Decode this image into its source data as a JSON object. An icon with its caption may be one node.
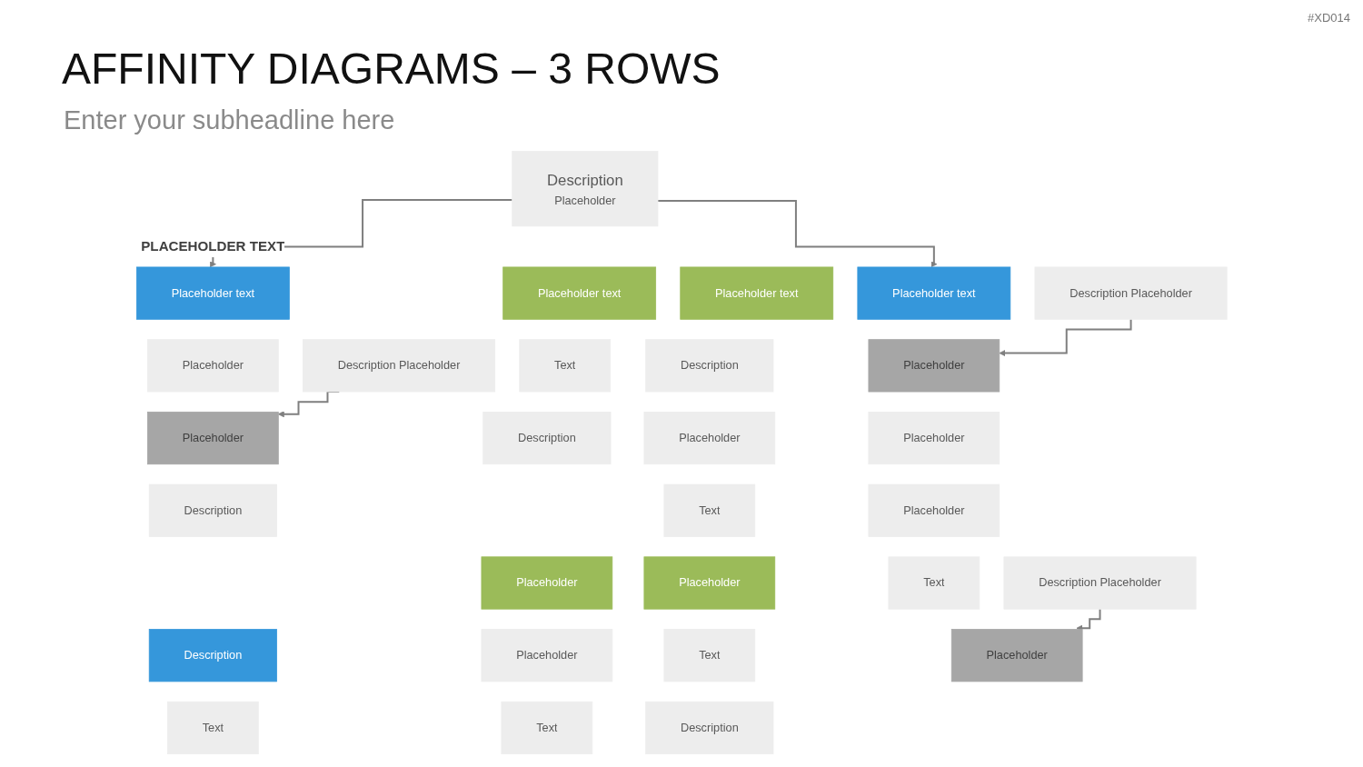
{
  "diagram": {
    "title": "AFFINITY DIAGRAMS – 3 ROWS",
    "caption": "Enter your subheadline here",
    "nodes": [
      {
        "text": [
          "Description",
          "Placeholder"
        ]
      },
      {
        "text": [
          "Placeholder text"
        ]
      },
      {
        "text": [
          "Placeholder text"
        ]
      },
      {
        "text": [
          "Placeholder text"
        ]
      },
      {
        "text": [
          "Placeholder text"
        ]
      },
      {
        "text": [
          "Placeholder"
        ]
      },
      {
        "text": [
          "Text"
        ]
      },
      {
        "text": [
          "Description"
        ]
      },
      {
        "text": [
          "Placeholder"
        ]
      },
      {
        "text": [
          "Description Placeholder"
        ]
      },
      {
        "text": [
          "Description Placeholder"
        ]
      },
      {
        "text": [
          "Placeholder"
        ]
      },
      {
        "text": [
          "Description"
        ]
      },
      {
        "text": [
          "Placeholder"
        ]
      },
      {
        "text": [
          "Placeholder"
        ]
      },
      {
        "text": [
          "Description"
        ]
      },
      {
        "text": [
          "Text"
        ]
      },
      {
        "text": [
          "Placeholder"
        ]
      },
      {
        "text": [
          "Placeholder"
        ]
      },
      {
        "text": [
          "Placeholder"
        ]
      },
      {
        "text": [
          "Text"
        ]
      },
      {
        "text": [
          "Description"
        ]
      },
      {
        "text": [
          "Placeholder"
        ]
      },
      {
        "text": [
          "Text"
        ]
      },
      {
        "text": [
          "Placeholder"
        ]
      },
      {
        "text": [
          "Description Placeholder"
        ]
      },
      {
        "text": [
          "Text"
        ]
      },
      {
        "text": [
          "Text"
        ]
      },
      {
        "text": [
          "Description"
        ]
      }
    ],
    "edges": [
      {
        "from": 0,
        "to": 1,
        "arrow": "to",
        "label": "PLACEHOLDER TEXT"
      },
      {
        "from": 0,
        "to": 4,
        "arrow": "to"
      },
      {
        "from": 9,
        "to": 8,
        "arrow": "to"
      },
      {
        "from": 10,
        "to": 11,
        "arrow": "to"
      },
      {
        "from": 25,
        "to": 24,
        "arrow": "to"
      }
    ],
    "labels": [
      "#XD014"
    ]
  }
}
